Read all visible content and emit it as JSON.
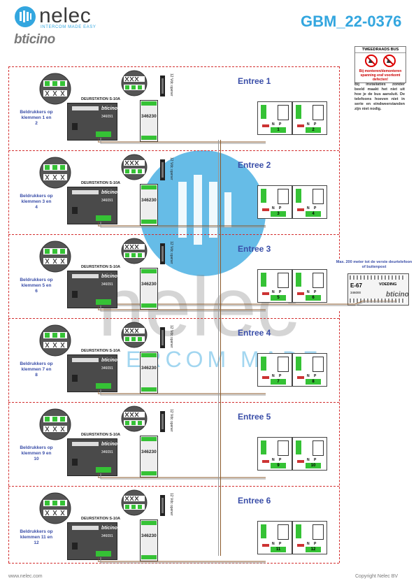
{
  "header": {
    "logo_text": "nelec",
    "tagline": "INTERCOM MADE EASY",
    "brand": "bticino",
    "doc_code": "GBM_22-0376"
  },
  "warning": {
    "title": "TWEEDRAADS BUS",
    "red_text": "Bij monteren/demonteren spanning eraf voorkomt defecten!",
    "note": "Bij installaties zonder beeld maakt het niet uit hoe je de bus aansluit. De telefoons hoeven niet in serie en eindweerstanden zijn niet nodig."
  },
  "distance_note": "Max. 200 meter tot de verste deurtelefoon of buitenpost",
  "power_supply": {
    "label": "E-67",
    "sub_label": "VOEDING",
    "brand": "bticino",
    "code": "346000"
  },
  "station_label": "DEURSTATION S-10A",
  "station_code": "346091",
  "relay_code": "346230",
  "opener_label": "12 Vdc opener",
  "entrances": [
    {
      "title": "Entree 1",
      "bell": "Beldrukkers op klemmen 1 en 2",
      "phones": [
        "1",
        "2"
      ],
      "terms": [
        "N",
        "P"
      ]
    },
    {
      "title": "Entree 2",
      "bell": "Beldrukkers op klemmen 3 en 4",
      "phones": [
        "3",
        "4"
      ],
      "terms": [
        "N",
        "P"
      ]
    },
    {
      "title": "Entree 3",
      "bell": "Beldrukkers op klemmen 5 en 6",
      "phones": [
        "5",
        "6"
      ],
      "terms": [
        "N",
        "P"
      ]
    },
    {
      "title": "Entree 4",
      "bell": "Beldrukkers op klemmen 7 en 8",
      "phones": [
        "7",
        "8"
      ],
      "terms": [
        "N",
        "P"
      ]
    },
    {
      "title": "Entree 5",
      "bell": "Beldrukkers op klemmen 9 en 10",
      "phones": [
        "9",
        "10"
      ],
      "terms": [
        "N",
        "P"
      ]
    },
    {
      "title": "Entree 6",
      "bell": "Beldrukkers op klemmen 11 en 12",
      "phones": [
        "11",
        "12"
      ],
      "terms": [
        "N",
        "P"
      ]
    }
  ],
  "footer": {
    "left": "www.nelec.com",
    "right": "Copyright Nelec BV"
  }
}
